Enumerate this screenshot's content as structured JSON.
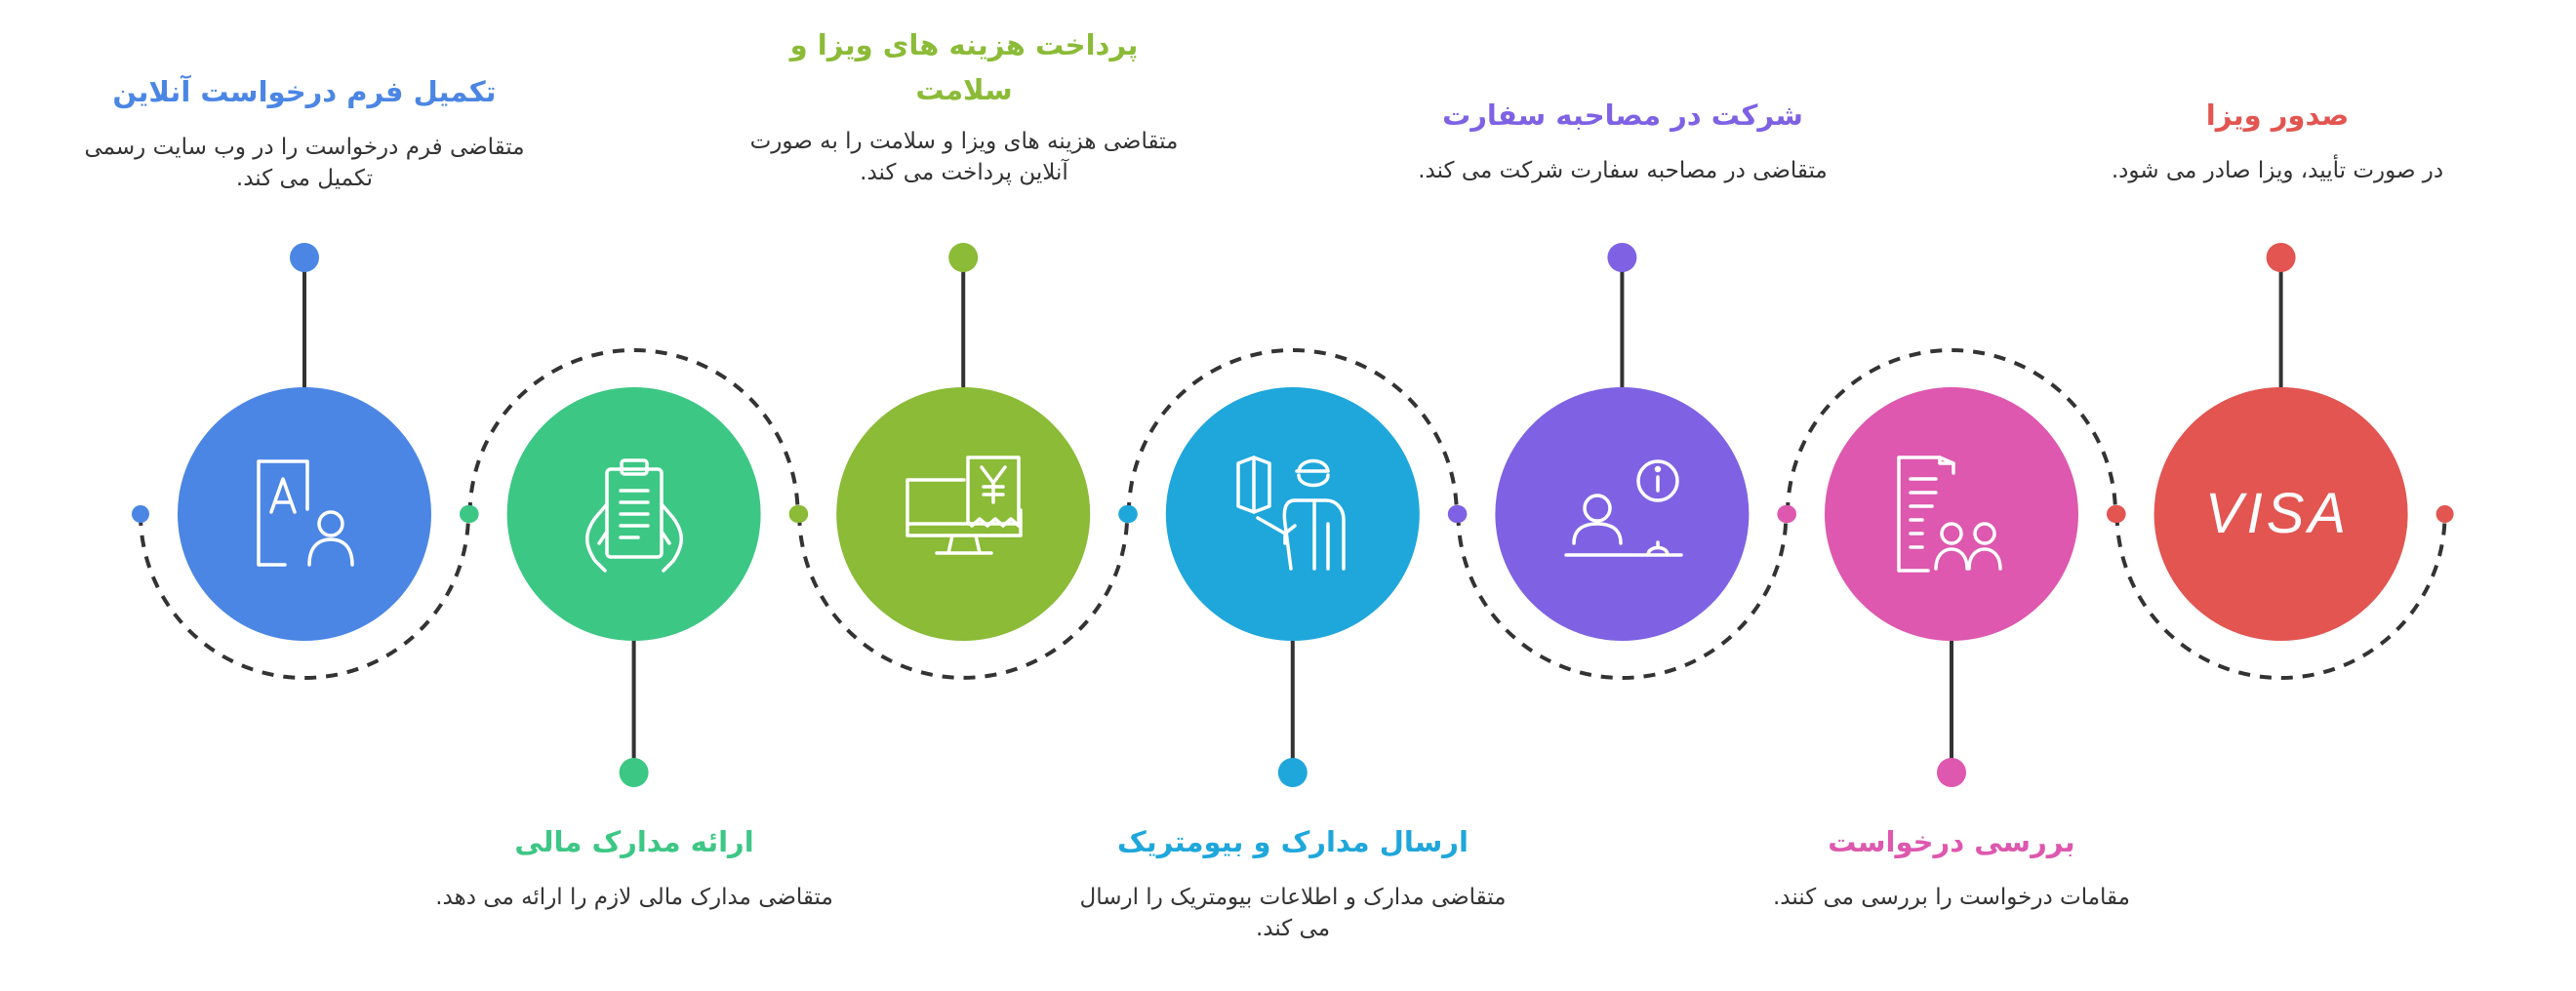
{
  "steps": [
    {
      "title": "تکمیل فرم درخواست آنلاین",
      "desc": "متقاضی فرم درخواست را در وب سایت رسمی تکمیل می کند.",
      "color": "#4B86E4",
      "icon": "form-user-icon"
    },
    {
      "title": "ارائه مدارک مالی",
      "desc": "متقاضی مدارک مالی لازم را ارائه می دهد.",
      "color": "#3DC785",
      "icon": "clipboard-hands-icon"
    },
    {
      "title": "پرداخت هزینه های ویزا و سلامت",
      "desc": "متقاضی هزینه های ویزا و سلامت را به صورت آنلاین پرداخت می کند.",
      "color": "#8BBB37",
      "icon": "computer-payment-icon"
    },
    {
      "title": "ارسال مدارک و بیومتریک",
      "desc": "متقاضی مدارک و اطلاعات بیومتریک را ارسال می کند.",
      "color": "#1FA7DB",
      "icon": "officer-document-icon"
    },
    {
      "title": "شرکت در مصاحبه سفارت",
      "desc": "متقاضی در مصاحبه سفارت شرکت می کند.",
      "color": "#7E62E3",
      "icon": "interview-desk-icon"
    },
    {
      "title": "بررسی درخواست",
      "desc": "مقامات درخواست را بررسی می کنند.",
      "color": "#DD58AE",
      "icon": "document-people-icon"
    },
    {
      "title": "صدور ویزا",
      "desc": "در صورت تأیید، ویزا صادر می شود.",
      "color": "#E25551",
      "icon": "visa-text-icon",
      "icon_text": "VISA"
    }
  ]
}
